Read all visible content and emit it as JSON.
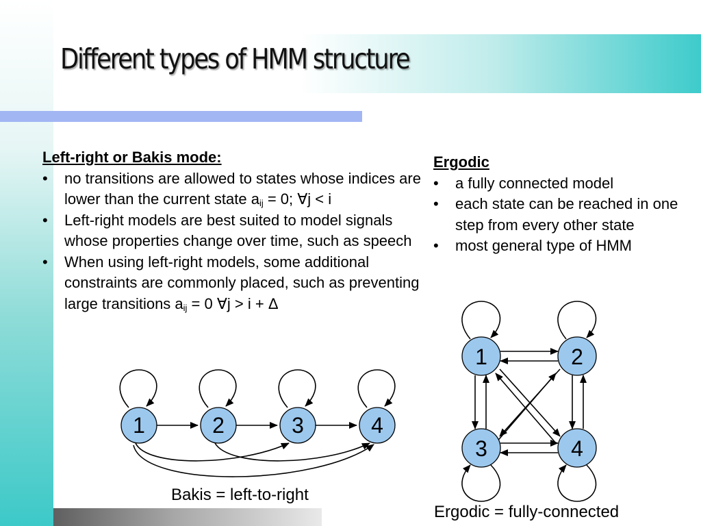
{
  "title": "Different types of HMM structure",
  "left": {
    "heading": "Left-right or Bakis mode:",
    "bullet_char": "•",
    "bullets": [
      {
        "pre": "no transitions are allowed to states whose indices are lower than the current state a",
        "sub": "ij",
        "post": " = 0; ∀j < i"
      },
      {
        "text": "Left-right models are best suited to model signals whose properties change over time, such as speech"
      },
      {
        "pre": "When using left-right models, some additional constraints are commonly placed, such as preventing large transitions a",
        "sub": "ij",
        "post": " = 0 ∀j > i + Δ"
      }
    ]
  },
  "right": {
    "heading": "Ergodic",
    "bullet_char": "•",
    "bullets": [
      "a fully connected model",
      "each state can be reached in one step from every other state",
      "most general type of HMM"
    ]
  },
  "bakis_diagram": {
    "states": [
      "1",
      "2",
      "3",
      "4"
    ],
    "caption": "Bakis = left-to-right"
  },
  "ergodic_diagram": {
    "states": [
      "1",
      "2",
      "3",
      "4"
    ],
    "caption": "Ergodic =  fully-connected"
  },
  "colors": {
    "node_fill": "#9cc8ee",
    "accent_teal": "#3ecbcb",
    "rule_blue": "#a2b6f4"
  }
}
